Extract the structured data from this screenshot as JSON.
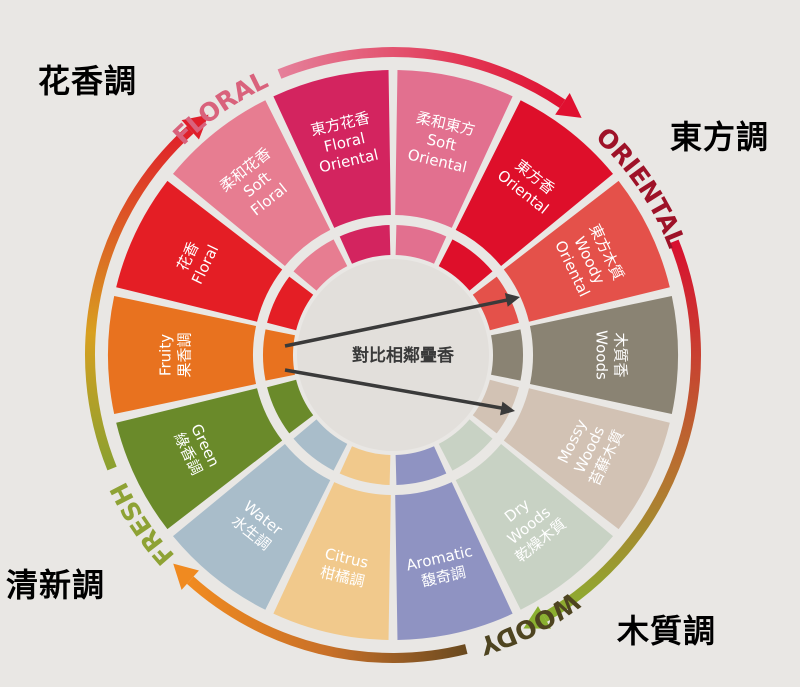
{
  "center_label": "對比相鄰疊香",
  "families": [
    {
      "en": "FLORAL",
      "zh": "花香調",
      "color": "#d9627c"
    },
    {
      "en": "ORIENTAL",
      "zh": "東方調",
      "color": "#9e1228"
    },
    {
      "en": "WOODY",
      "zh": "木質調",
      "color": "#4e4420"
    },
    {
      "en": "FRESH",
      "zh": "清新調",
      "color": "#8ea234"
    }
  ],
  "segments": [
    {
      "lines": [
        "柔和東方",
        "Soft",
        "Oriental"
      ],
      "color": "#e2708f"
    },
    {
      "lines": [
        "東方香",
        "Oriental"
      ],
      "color": "#de0f2a"
    },
    {
      "lines": [
        "東方木質",
        "Woody",
        "Oriental"
      ],
      "color": "#e4514a"
    },
    {
      "lines": [
        "木質香",
        "Woods"
      ],
      "color": "#8a8373"
    },
    {
      "lines": [
        "Mossy",
        "Woods",
        "苔蘚木質"
      ],
      "color": "#d2c2b4"
    },
    {
      "lines": [
        "Dry",
        "Woods",
        "乾燥木質"
      ],
      "color": "#c8d2c4"
    },
    {
      "lines": [
        "Aromatic",
        "馥奇調"
      ],
      "color": "#8f93c2"
    },
    {
      "lines": [
        "Citrus",
        "柑橘調"
      ],
      "color": "#f1c98c"
    },
    {
      "lines": [
        "Water",
        "水生調"
      ],
      "color": "#a9bdca"
    },
    {
      "lines": [
        "Green",
        "綠香調"
      ],
      "color": "#6a8a2a"
    },
    {
      "lines": [
        "Fruity",
        "果香調"
      ],
      "color": "#e8721f"
    },
    {
      "lines": [
        "花香",
        "Floral"
      ],
      "color": "#e41e25"
    },
    {
      "lines": [
        "柔和花香",
        "Soft",
        "Floral"
      ],
      "color": "#e77d91"
    },
    {
      "lines": [
        "東方花香",
        "Floral",
        "Oriental"
      ],
      "color": "#d3245f"
    }
  ]
}
